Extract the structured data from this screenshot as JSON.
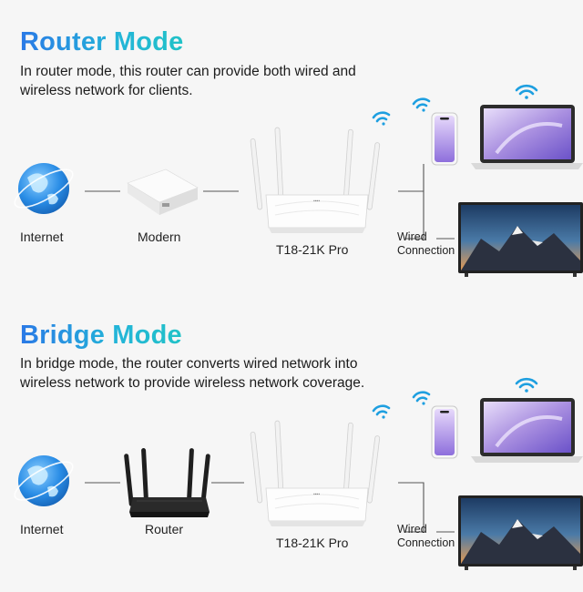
{
  "router_mode": {
    "title": "Router Mode",
    "description_line1": "In router mode, this router can provide both wired and",
    "description_line2": "wireless network for clients.",
    "labels": {
      "internet": "Internet",
      "modem": "Modern",
      "router": "T18-21K Pro",
      "wired_line1": "Wired",
      "wired_line2": "Connection"
    }
  },
  "bridge_mode": {
    "title": "Bridge Mode",
    "description_line1": "In bridge mode, the router converts wired network into",
    "description_line2": "wireless network to provide wireless network coverage.",
    "labels": {
      "internet": "Internet",
      "upstream_router": "Router",
      "router": "T18-21K Pro",
      "wired_line1": "Wired",
      "wired_line2": "Connection"
    }
  },
  "colors": {
    "title_gradient_start": "#2a79e6",
    "title_gradient_end": "#21c2c7",
    "wifi_icon": "#1e9fe0",
    "connector_line": "#555555"
  }
}
